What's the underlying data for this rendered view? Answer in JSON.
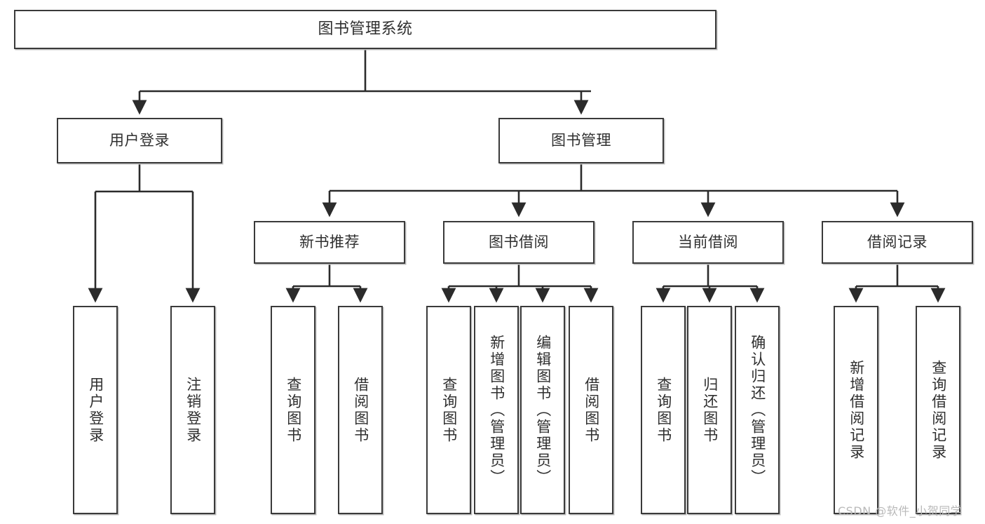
{
  "diagram": {
    "title": "图书管理系统",
    "type": "hierarchy-tree",
    "colors": {
      "box_border": "#3a3a3a",
      "box_fill": "#ffffff",
      "edge": "#2b2b2b",
      "text": "#2f2f2f",
      "watermark": "#b9b9b9"
    },
    "nodes": {
      "root": {
        "label": "图书管理系统"
      },
      "level2": [
        {
          "id": "user-login",
          "label": "用户登录"
        },
        {
          "id": "book-manage",
          "label": "图书管理"
        }
      ],
      "level3": [
        {
          "id": "new-book-recommend",
          "label": "新书推荐"
        },
        {
          "id": "book-borrow",
          "label": "图书借阅"
        },
        {
          "id": "current-borrow",
          "label": "当前借阅"
        },
        {
          "id": "borrow-record",
          "label": "借阅记录"
        }
      ],
      "leaves": {
        "user-login": [
          {
            "id": "leaf-user-login",
            "label": "用户登录"
          },
          {
            "id": "leaf-logout",
            "label": "注销登录"
          }
        ],
        "new-book-recommend": [
          {
            "id": "leaf-query-book-1",
            "label": "查询图书"
          },
          {
            "id": "leaf-borrow-book-1",
            "label": "借阅图书"
          }
        ],
        "book-borrow": [
          {
            "id": "leaf-query-book-2",
            "label": "查询图书"
          },
          {
            "id": "leaf-add-book",
            "label": "新增图书（管理员）"
          },
          {
            "id": "leaf-edit-book",
            "label": "编辑图书（管理员）"
          },
          {
            "id": "leaf-borrow-book-2",
            "label": "借阅图书"
          }
        ],
        "current-borrow": [
          {
            "id": "leaf-query-book-3",
            "label": "查询图书"
          },
          {
            "id": "leaf-return-book",
            "label": "归还图书"
          },
          {
            "id": "leaf-confirm-return",
            "label": "确认归还（管理员）"
          }
        ],
        "borrow-record": [
          {
            "id": "leaf-add-record",
            "label": "新增借阅记录"
          },
          {
            "id": "leaf-query-record",
            "label": "查询借阅记录"
          }
        ]
      }
    },
    "watermark": "CSDN @软件_小贺同学"
  }
}
